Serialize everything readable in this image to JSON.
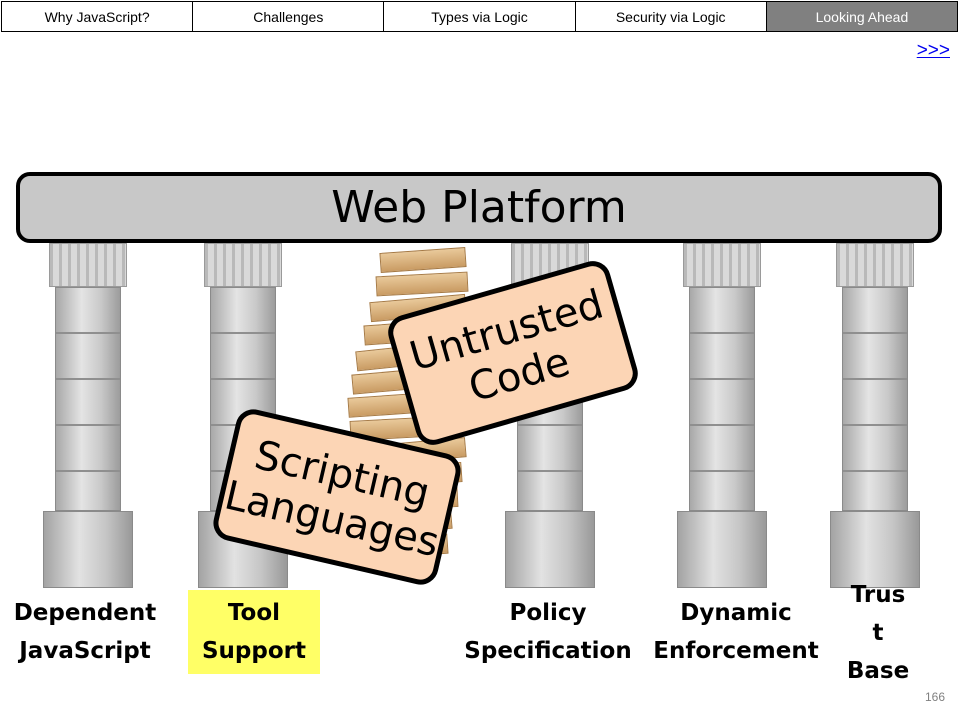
{
  "nav": {
    "tabs": [
      "Why JavaScript?",
      "Challenges",
      "Types via Logic",
      "Security via Logic",
      "Looking Ahead"
    ],
    "active_tab": "Looking Ahead"
  },
  "next_link": ">>>",
  "platform_label": "Web Platform",
  "callouts": {
    "untrusted": "Untrusted\nCode",
    "scripting": "Scripting\nLanguages"
  },
  "pillar_labels": {
    "dependent": "Dependent\nJavaScript",
    "tool": "Tool\nSupport",
    "policy": "Policy\nSpecification",
    "dynamic": "Dynamic\nEnforcement",
    "trust": "Trus\nt\nBase"
  },
  "highlight_color": "#ffff66",
  "callout_color": "#fcd5b5",
  "slide_number": "166"
}
